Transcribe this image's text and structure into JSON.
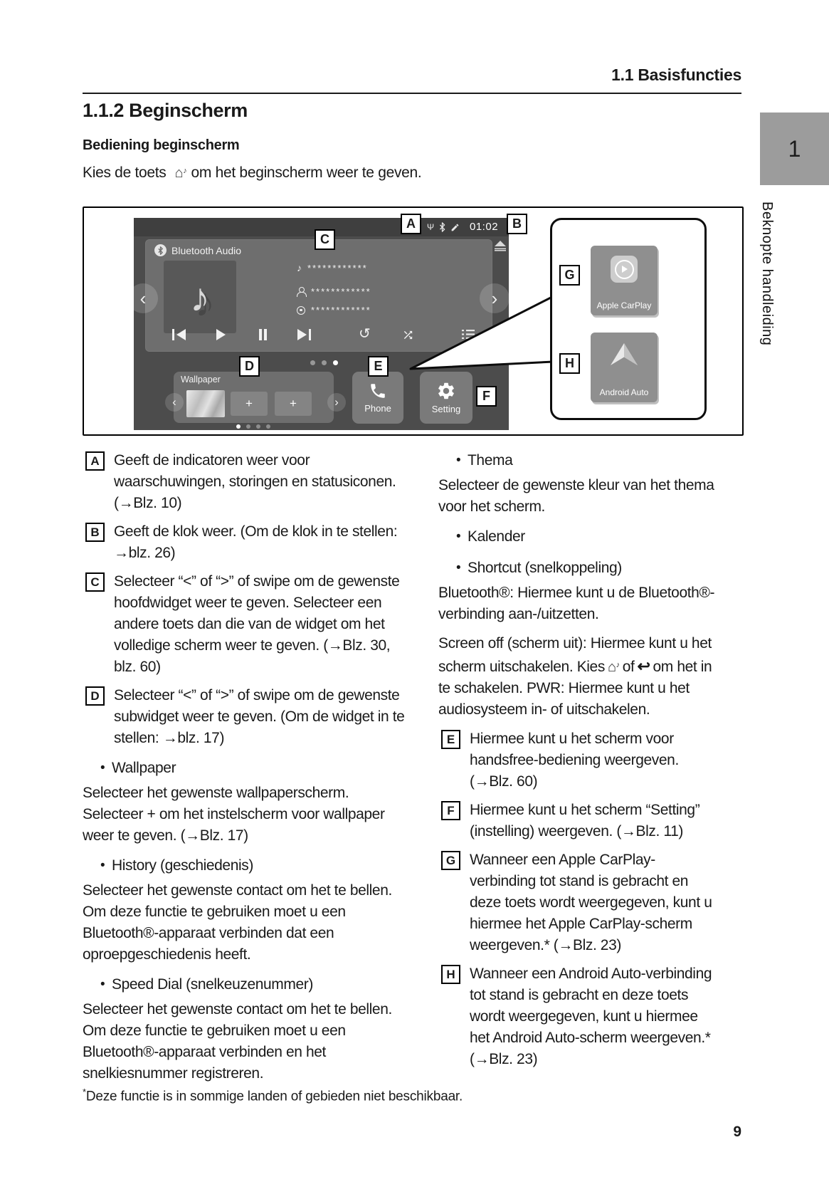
{
  "page": {
    "running_header": "1.1 Basisfuncties",
    "section_title": "1.1.2 Beginscherm",
    "subsection_title": "Bediening beginscherm",
    "intro": {
      "pre": "Kies de toets",
      "post": "om het beginscherm weer te geven."
    },
    "sidebar": {
      "chapter_tab": "1",
      "vertical_label": "Beknopte handleiding"
    },
    "footnote": {
      "marker": "*",
      "text": "Deze functie is in sommige landen of gebieden niet beschikbaar."
    },
    "page_number": "9"
  },
  "icons": {
    "home": "⌂",
    "home_note": "♪",
    "return_arrow": "↩",
    "usb": "Ψ",
    "note": "♪",
    "note_big": "♪",
    "repeat": "↺",
    "chevron_left": "‹",
    "chevron_right": "›",
    "plus": "+"
  },
  "figure": {
    "status": {
      "clock": "01:02"
    },
    "media_widget": {
      "title": "Bluetooth Audio",
      "track": "************",
      "artist": "************",
      "album": "************"
    },
    "subwidget": {
      "title": "Wallpaper"
    },
    "tiles": {
      "phone": "Phone",
      "setting": "Setting"
    },
    "panel": {
      "carplay": "Apple CarPlay",
      "android": "Android Auto"
    },
    "callouts": {
      "a": "A",
      "b": "B",
      "c": "C",
      "d": "D",
      "e": "E",
      "f": "F",
      "g": "G",
      "h": "H"
    }
  },
  "left_column": {
    "item_a": {
      "label": "A",
      "text": "Geeft de indicatoren weer voor waarschuwingen, storingen en statusiconen. (→Blz. 10)"
    },
    "item_b": {
      "label": "B",
      "text": "Geeft de klok weer. (Om de klok in te stellen: →blz. 26)"
    },
    "item_c": {
      "label": "C",
      "text": "Selecteer “<” of “>” of swipe om de gewenste hoofdwidget weer te geven. Selecteer een andere toets dan die van de widget om het volledige scherm weer te geven. (→Blz. 30, blz. 60)"
    },
    "item_d": {
      "label": "D",
      "text": "Selecteer “<” of “>” of swipe om de gewenste subwidget weer te geven. (Om de widget in te stellen: →blz. 17)"
    },
    "bullet_wallpaper": {
      "label": "Wallpaper",
      "text": "Selecteer het gewenste wallpaperscherm. Selecteer + om het instelscherm voor wallpaper weer te geven. (→Blz. 17)"
    },
    "bullet_history": {
      "label": "History (geschiedenis)",
      "text": "Selecteer het gewenste contact om het te bellen. Om deze functie te gebruiken moet u een Bluetooth®-apparaat verbinden dat een oproepgeschiedenis heeft."
    },
    "bullet_speeddial": {
      "label": "Speed Dial (snelkeuzenummer)",
      "text": "Selecteer het gewenste contact om het te bellen. Om deze functie te gebruiken moet u een Bluetooth®-apparaat verbinden en het snelkiesnummer registreren."
    }
  },
  "right_column": {
    "bullet_thema": {
      "label": "Thema",
      "text": "Selecteer de gewenste kleur van het thema voor het scherm."
    },
    "bullet_kalender": {
      "label": "Kalender"
    },
    "bullet_shortcut": {
      "label": "Shortcut (snelkoppeling)",
      "bluetooth_text": "Bluetooth®: Hiermee kunt u de Bluetooth®-verbinding aan-/uitzetten.",
      "screenoff_pre": "Screen off (scherm uit): Hiermee kunt u het scherm uitschakelen. Kies",
      "screenoff_mid": "of",
      "screenoff_post": "om het in te schakelen. PWR: Hiermee kunt u het audiosysteem in- of uitschakelen."
    },
    "item_e": {
      "label": "E",
      "text": "Hiermee kunt u het scherm voor handsfree-bediening weergeven. (→Blz. 60)"
    },
    "item_f": {
      "label": "F",
      "text": "Hiermee kunt u het scherm “Setting” (instelling) weergeven. (→Blz. 11)"
    },
    "item_g": {
      "label": "G",
      "text": "Wanneer een Apple CarPlay-verbinding tot stand is gebracht en deze toets wordt weergegeven, kunt u hiermee het Apple CarPlay-scherm weergeven.* (→Blz. 23)"
    },
    "item_h": {
      "label": "H",
      "text": "Wanneer een Android Auto-verbinding tot stand is gebracht en deze toets wordt weergegeven, kunt u hiermee het Android Auto-scherm weergeven.* (→Blz. 23)"
    }
  }
}
